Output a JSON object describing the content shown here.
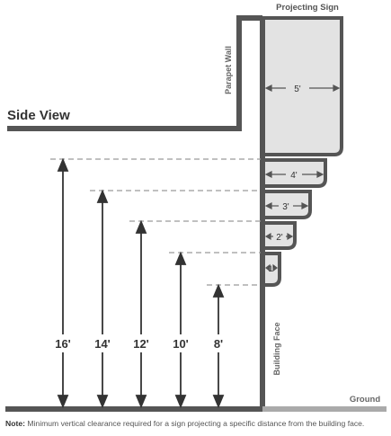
{
  "labels": {
    "side_view": "Side View",
    "projecting_sign": "Projecting Sign",
    "parapet_wall": "Parapet Wall",
    "building_face": "Building Face",
    "ground": "Ground"
  },
  "sign_widths": [
    "5'",
    "4'",
    "3'",
    "2'",
    "1'"
  ],
  "clearances": [
    "16'",
    "14'",
    "12'",
    "10'",
    "8'"
  ],
  "note": {
    "prefix": "Note:",
    "text": "Minimum vertical clearance required for a sign projecting a specific distance from the building face."
  },
  "colors": {
    "outline": "#555555",
    "fill": "#e3e3e3",
    "text": "#333333",
    "dashed": "#9a9a9a",
    "ground_right": "#aaaaaa"
  }
}
